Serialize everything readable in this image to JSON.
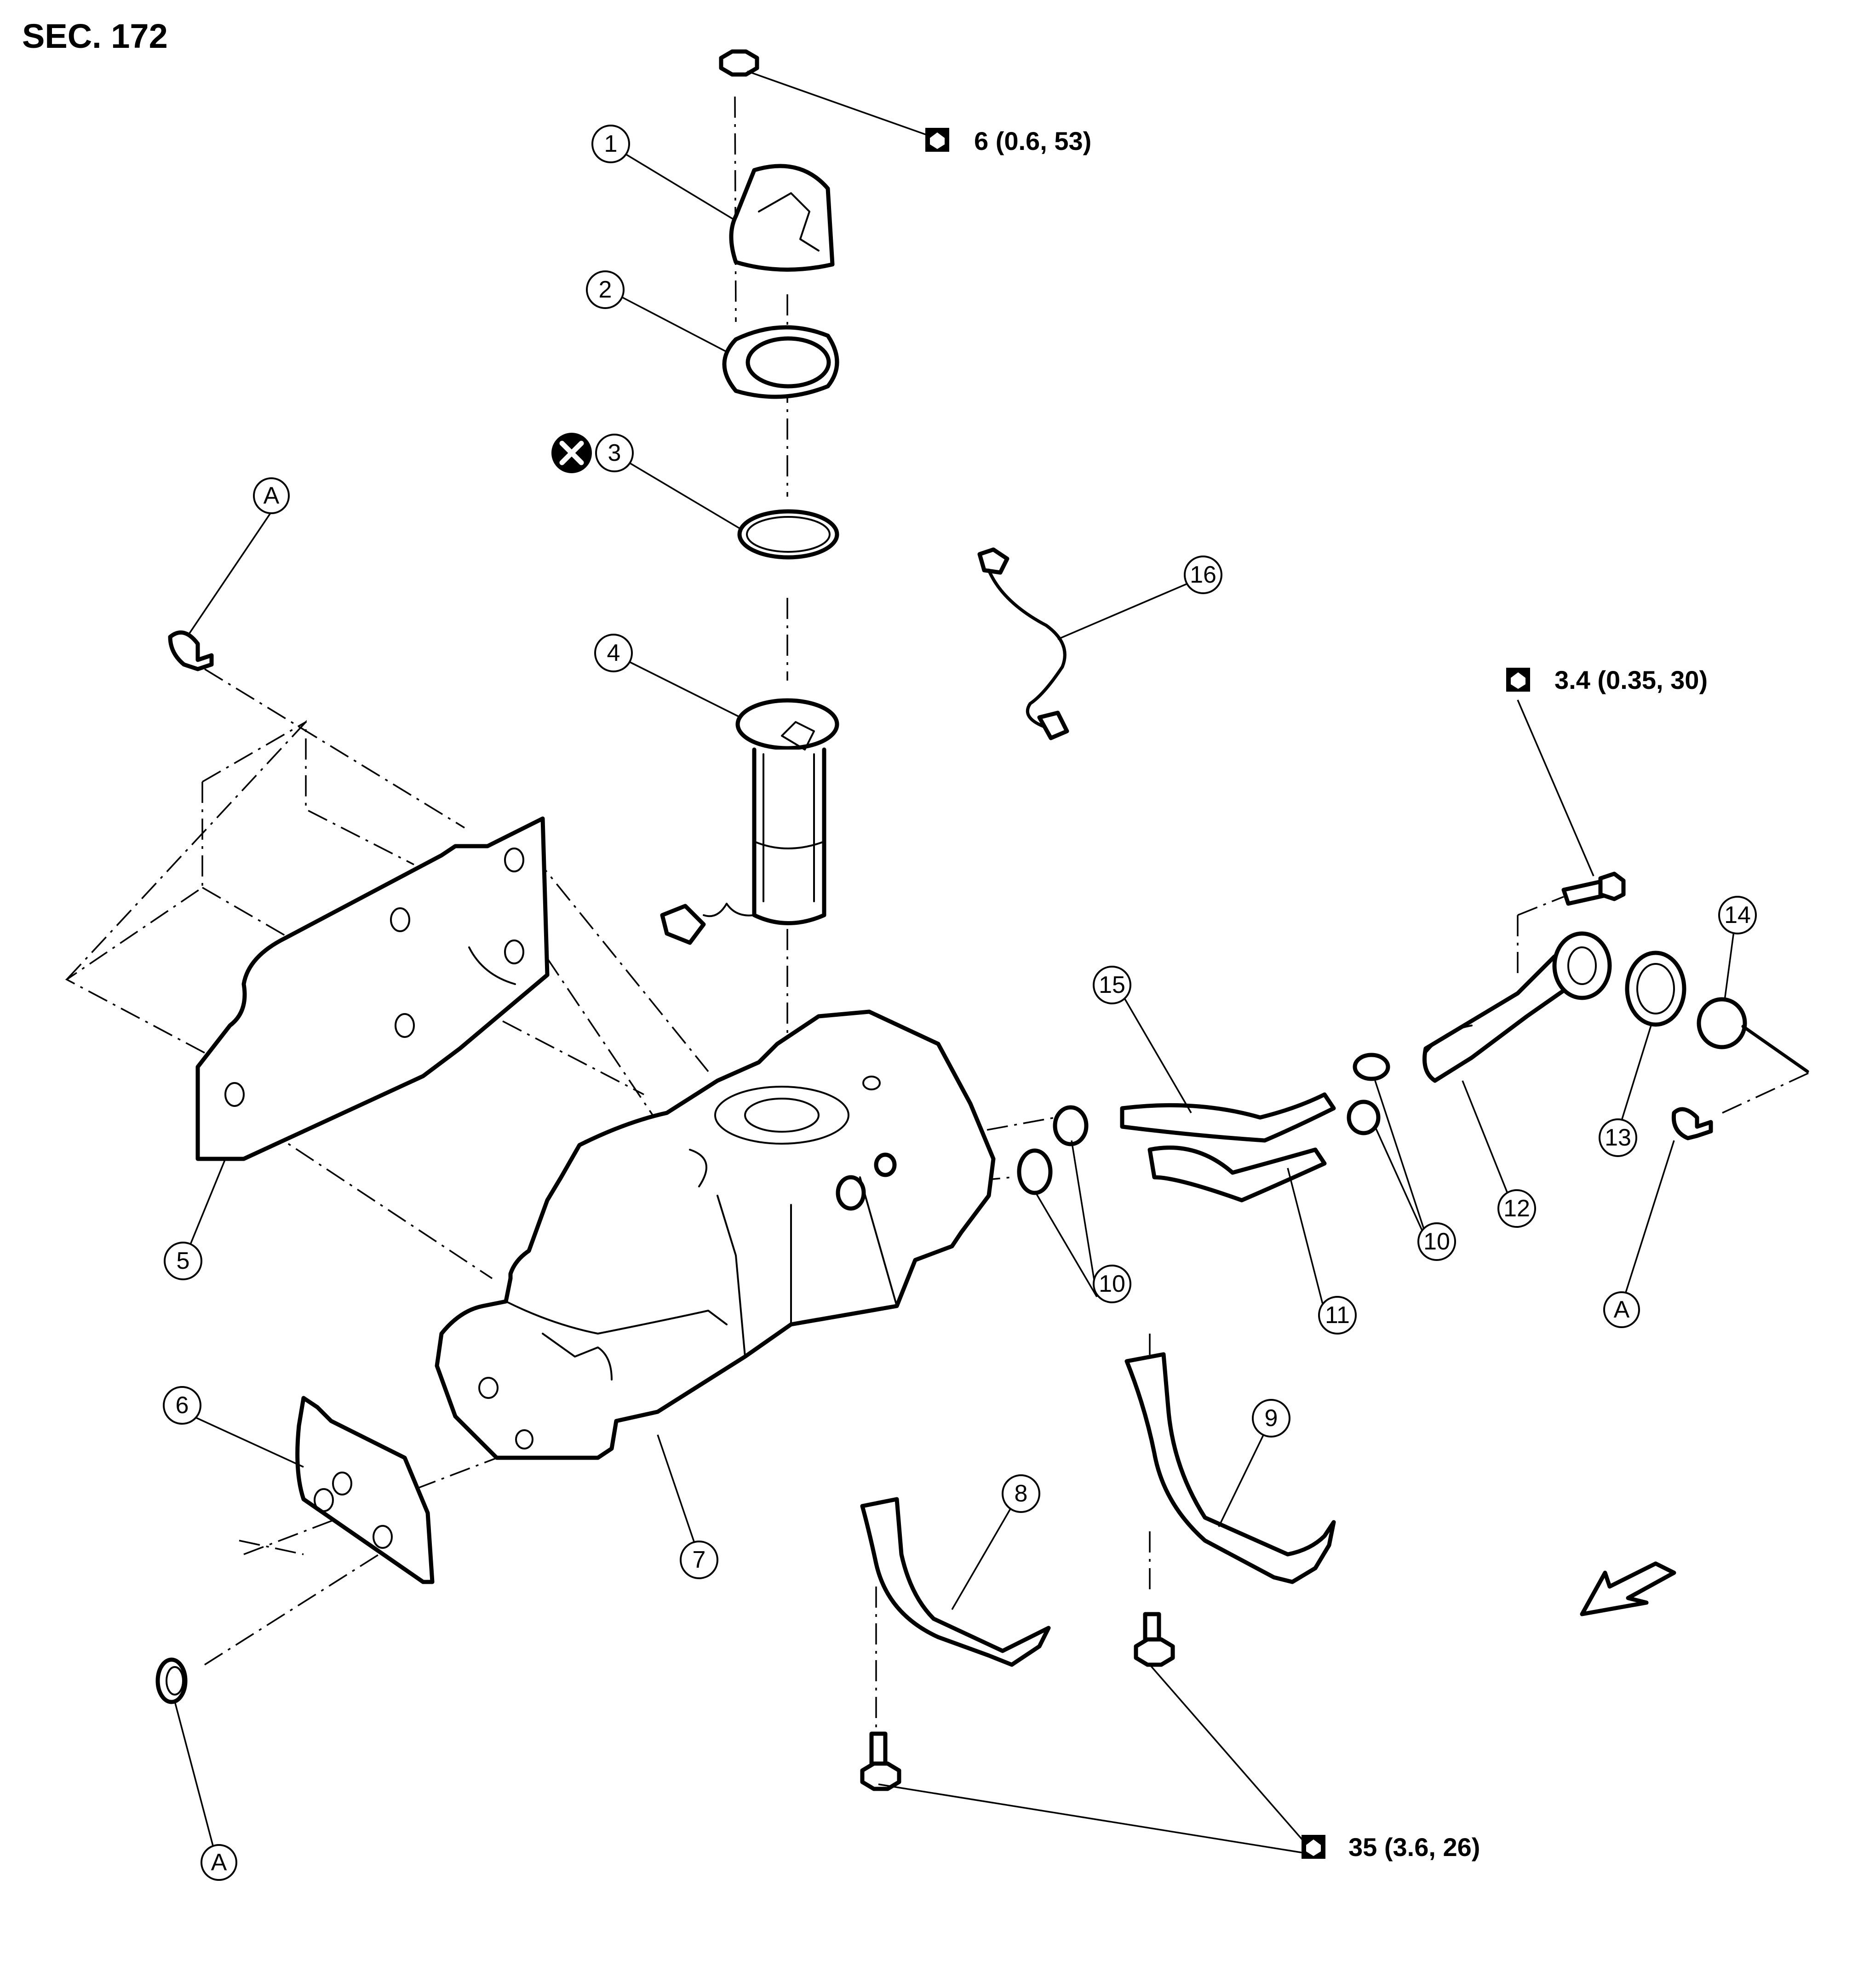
{
  "section_label": "SEC. 172",
  "torque": {
    "t1": "6 (0.6, 53)",
    "t2": "3.4 (0.35, 30)",
    "t3": "35 (3.6, 26)"
  },
  "callouts": {
    "c1": "1",
    "c2": "2",
    "c3": "3",
    "c4": "4",
    "c5": "5",
    "c6": "6",
    "c7": "7",
    "c8": "8",
    "c9": "9",
    "c10a": "10",
    "c10b": "10",
    "c11": "11",
    "c12": "12",
    "c13": "13",
    "c14": "14",
    "c15": "15",
    "c16": "16",
    "cA1": "A",
    "cA2": "A",
    "cA3": "A"
  },
  "symbols": {
    "torque_icon": "wrench-torque-icon",
    "replace_icon": "do-not-reuse-icon",
    "front_arrow": "front-direction-arrow-icon"
  }
}
